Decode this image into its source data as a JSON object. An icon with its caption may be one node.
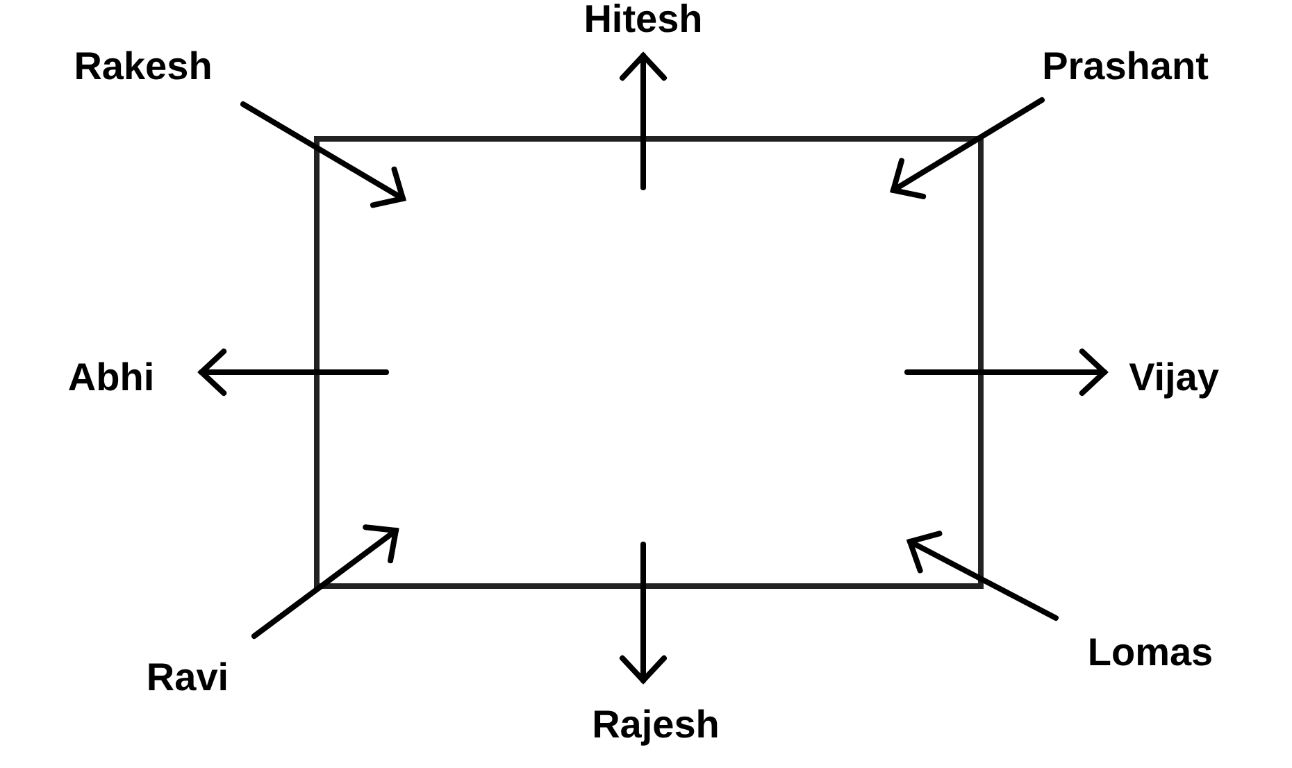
{
  "diagram": {
    "labels": [
      "Hitesh",
      "Rakesh",
      "Prashant",
      "Abhi",
      "Vijay",
      "Lomas",
      "Ravi",
      "Rajesh"
    ]
  }
}
